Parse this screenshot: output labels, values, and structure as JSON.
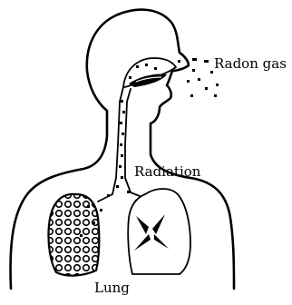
{
  "labels": {
    "radon_gas": "Radon gas",
    "radiation": "Radiation",
    "lung": "Lung"
  },
  "colors": {
    "ink": "#000000",
    "background": "#ffffff"
  }
}
